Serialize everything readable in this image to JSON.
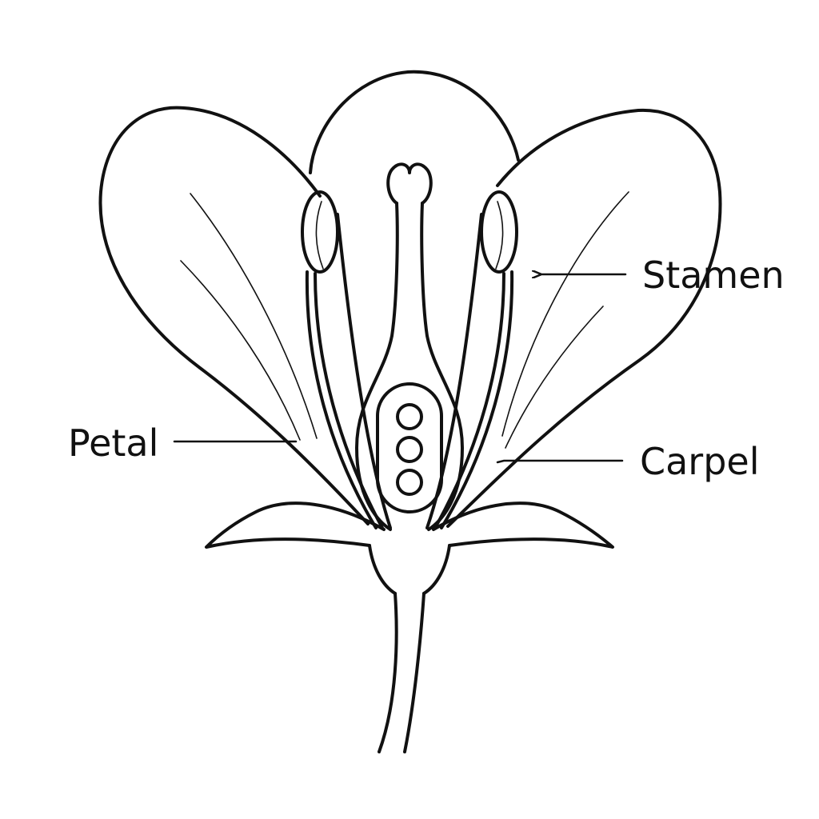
{
  "labels": {
    "stamen": "Stamen",
    "petal": "Petal",
    "carpel": "Carpel"
  },
  "colors": {
    "ink": "#111111",
    "background": "#ffffff"
  }
}
